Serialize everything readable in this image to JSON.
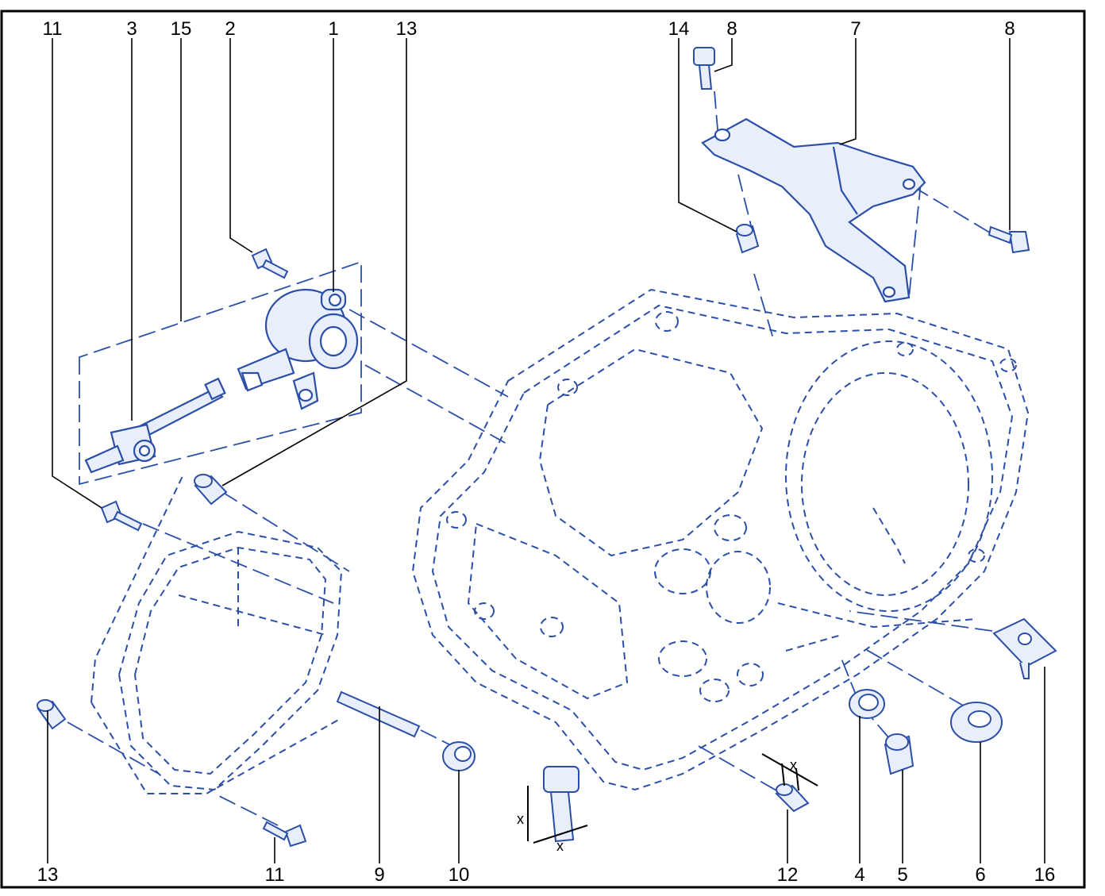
{
  "diagram": {
    "colors": {
      "line": "#2b4fa8",
      "part_fill": "#e8eefa",
      "leader": "#000000",
      "frame": "#000000"
    },
    "callouts": {
      "top": [
        "11",
        "3",
        "15",
        "2",
        "1",
        "13",
        "14",
        "8",
        "7",
        "8"
      ],
      "bottom": [
        "13",
        "11",
        "9",
        "10",
        "12",
        "4",
        "5",
        "6",
        "16"
      ]
    },
    "dimension_labels": [
      "x",
      "x",
      "x"
    ]
  }
}
